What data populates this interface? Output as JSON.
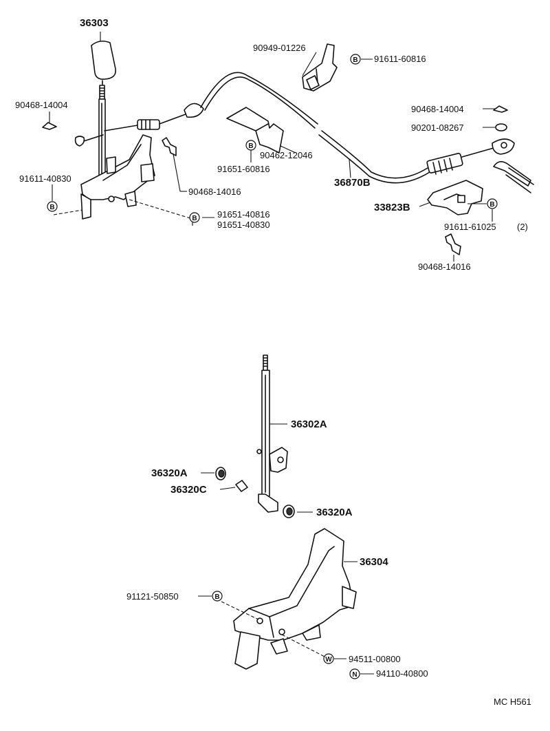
{
  "labels": {
    "p36303": "36303",
    "p90949_01226": "90949-01226",
    "p91611_60816": "91611-60816",
    "p90468_14004_a": "90468-14004",
    "p90468_14004_b": "90468-14004",
    "p90201_08267": "90201-08267",
    "p90462_12046": "90462-12046",
    "p91651_60816": "91651-60816",
    "p36870B": "36870B",
    "p91611_40830": "91611-40830",
    "p90468_14016_a": "90468-14016",
    "p91651_40816": "91651-40816",
    "p91651_40830": "91651-40830",
    "p33823B": "33823B",
    "p91611_61025": "91611-61025",
    "p91611_61025_qty": "(2)",
    "p90468_14016_b": "90468-14016",
    "p36302A": "36302A",
    "p36320A_a": "36320A",
    "p36320C": "36320C",
    "p36320A_b": "36320A",
    "p36304": "36304",
    "p91121_50850": "91121-50850",
    "p94511_00800": "94511-00800",
    "p94110_40800": "94110-40800",
    "code": "MC H561"
  },
  "symbols": {
    "bolt": "B",
    "washer": "W",
    "nut": "N"
  }
}
